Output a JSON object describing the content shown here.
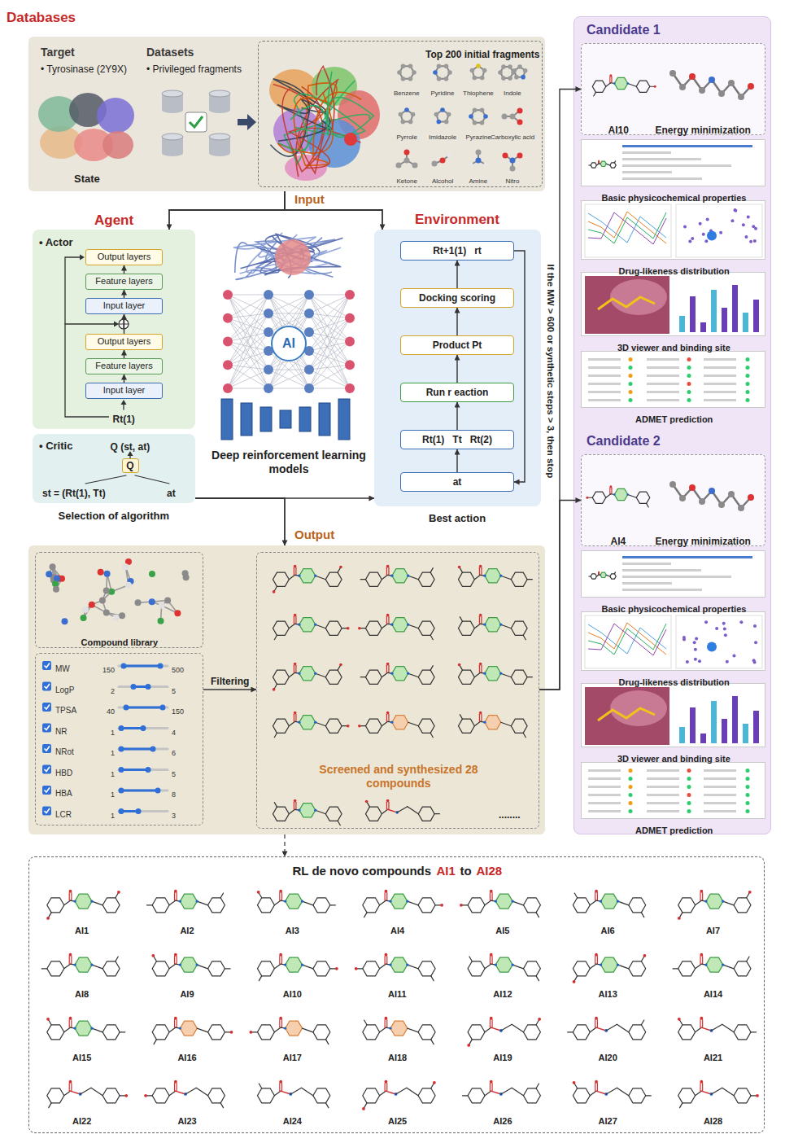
{
  "diagram": {
    "nodes": [
      {
        "text": [
          "Databases",
          "Target",
          "• Tyrosinase (2Y9X)",
          "State",
          "Datasets",
          "• Privileged fragments"
        ]
      },
      {
        "text": [
          "Top 200 initial fragments",
          "Benzene",
          "Pyridine",
          "Thiophene",
          "Indole",
          "Pyrrole",
          "Imidazole",
          "Pyrazine",
          "Carboxylic acid",
          "Ketone",
          "Alcohol",
          "Amine",
          "Nitro"
        ],
        "in": 0
      },
      {
        "text": [
          "• Actor",
          "Rt(1)"
        ]
      },
      {
        "text": [
          "Output layers"
        ],
        "in": 2
      },
      {
        "text": [
          "Feature layers"
        ],
        "in": 2
      },
      {
        "text": [
          "Input layer"
        ],
        "in": 2
      },
      {
        "text": [
          "Output layers"
        ],
        "in": 2
      },
      {
        "text": [
          "Feature layers"
        ],
        "in": 2
      },
      {
        "text": [
          "Input layer"
        ],
        "in": 2
      },
      {
        "text": [
          "• Critic",
          "Q (st, at)",
          "st = (Rt(1), Tt)",
          "at"
        ]
      },
      {
        "text": [
          "Q"
        ],
        "in": 9
      },
      {
        "text": [
          "AI"
        ]
      },
      {
        "text": [
          "Environment"
        ]
      },
      {
        "text": [
          "Rt+1(1)   rt"
        ],
        "in": 12
      },
      {
        "text": [
          "Docking scoring"
        ],
        "in": 12
      },
      {
        "text": [
          "Product Pt"
        ],
        "in": 12
      },
      {
        "text": [
          "Run r eaction"
        ],
        "in": 12
      },
      {
        "text": [
          "Rt(1)   Tt   Rt(2)"
        ],
        "in": 12
      },
      {
        "text": [
          "at"
        ],
        "in": 12
      },
      {
        "text": [
          "Output"
        ]
      },
      {
        "text": [
          "Compound library"
        ],
        "in": 19
      },
      {
        "text": [
          "MW",
          "150",
          "500",
          "LogP",
          "2",
          "5",
          "TPSA",
          "40",
          "150",
          "NR",
          "1",
          "4",
          "NRot",
          "1",
          "6",
          "HBD",
          "1",
          "5",
          "HBA",
          "1",
          "8",
          "LCR",
          "1",
          "3"
        ],
        "in": 19
      },
      {
        "text": [
          "Screened and synthesized 28 compounds",
          "........"
        ],
        "in": 19
      },
      {
        "text": [
          "Candidate 1",
          "Candidate 2"
        ]
      },
      {
        "text": [
          "AI10",
          "Energy minimization"
        ],
        "in": 23
      },
      {
        "text": [
          "Basic physicochemical properties"
        ],
        "in": 23
      },
      {
        "text": [
          "Drug-likeness distribution"
        ],
        "in": 23
      },
      {
        "text": [
          "3D viewer and binding site"
        ],
        "in": 23
      },
      {
        "text": [
          "ADMET prediction"
        ],
        "in": 23
      },
      {
        "text": [
          "AI4",
          "Energy minimization"
        ],
        "in": 23
      },
      {
        "text": [
          "Basic physicochemical properties"
        ],
        "in": 23
      },
      {
        "text": [
          "Drug-likeness distribution"
        ],
        "in": 23
      },
      {
        "text": [
          "3D viewer and binding site"
        ],
        "in": 23
      },
      {
        "text": [
          "ADMET prediction"
        ],
        "in": 23
      },
      {
        "text": [
          "RL de novo compounds",
          "AI1",
          "to",
          "AI28",
          "AI1",
          "AI2",
          "AI3",
          "AI4",
          "AI5",
          "AI6",
          "AI7",
          "AI8",
          "AI9",
          "AI10",
          "AI11",
          "AI12",
          "AI13",
          "AI14",
          "AI15",
          "AI16",
          "AI17",
          "AI18",
          "AI19",
          "AI20",
          "AI21",
          "AI22",
          "AI23",
          "AI24",
          "AI25",
          "AI26",
          "AI27",
          "AI28"
        ]
      }
    ],
    "edges": [
      {
        "from": 0,
        "to": 2,
        "arrow": "to"
      },
      {
        "from": 0,
        "to": 12,
        "arrow": "to"
      },
      {
        "from": 8,
        "to": 7,
        "arrow": "to"
      },
      {
        "from": 7,
        "to": 6,
        "arrow": "to"
      },
      {
        "from": 6,
        "to": 5,
        "arrow": "to"
      },
      {
        "from": 5,
        "to": 4,
        "arrow": "to"
      },
      {
        "from": 4,
        "to": 3,
        "arrow": "to"
      },
      {
        "from": 18,
        "to": 17,
        "arrow": "to"
      },
      {
        "from": 17,
        "to": 16,
        "arrow": "to"
      },
      {
        "from": 16,
        "to": 15,
        "arrow": "to"
      },
      {
        "from": 15,
        "to": 14,
        "arrow": "to"
      },
      {
        "from": 14,
        "to": 13,
        "arrow": "to"
      },
      {
        "from": 13,
        "to": 18,
        "arrow": "to"
      },
      {
        "from": 9,
        "to": 12,
        "arrow": "to"
      },
      {
        "from": 9,
        "to": 19,
        "arrow": "to"
      },
      {
        "from": 21,
        "to": 22,
        "label": "Filtering",
        "arrow": "to"
      },
      {
        "from": 22,
        "to": 24,
        "arrow": "to"
      },
      {
        "from": 22,
        "to": 29,
        "arrow": "to"
      },
      {
        "from": 19,
        "to": 34,
        "arrow": "to"
      }
    ],
    "labels": [
      "Input",
      "Agent",
      "Deep reinforcement learning models",
      "Selection of algorithm",
      "Best action",
      "If the MW > 600 or synthetic steps > 3, then stop"
    ]
  }
}
